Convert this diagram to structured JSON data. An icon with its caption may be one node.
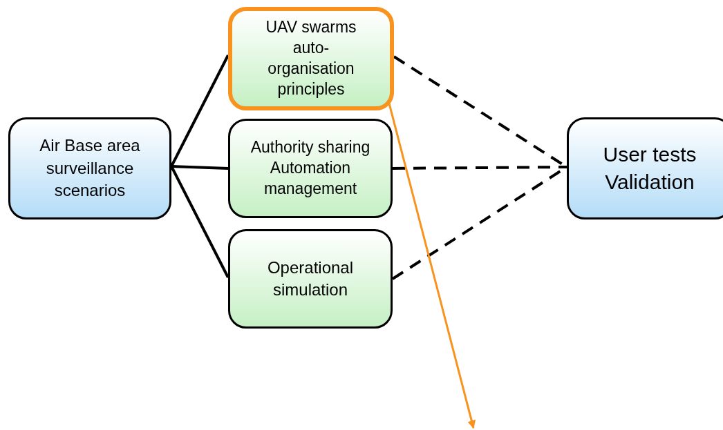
{
  "diagram": {
    "nodes": [
      {
        "text": [
          "Air Base area surveillance scenarios"
        ]
      },
      {
        "text": [
          "UAV swarms auto-organisation principles"
        ]
      },
      {
        "text": [
          "Authority sharing Automation management"
        ]
      },
      {
        "text": [
          "Operational simulation"
        ]
      },
      {
        "text": [
          "User tests Validation"
        ]
      }
    ],
    "edges": [
      {
        "from": 0,
        "to": 1,
        "arrow": "none"
      },
      {
        "from": 0,
        "to": 2,
        "arrow": "none"
      },
      {
        "from": 0,
        "to": 3,
        "arrow": "none"
      },
      {
        "from": 1,
        "to": 4,
        "arrow": "none",
        "style": "dashed"
      },
      {
        "from": 2,
        "to": 4,
        "arrow": "none",
        "style": "dashed"
      },
      {
        "from": 3,
        "to": 4,
        "arrow": "none",
        "style": "dashed"
      },
      {
        "from": 1,
        "to": null,
        "arrow": "to",
        "color": "#f7931e"
      }
    ]
  }
}
